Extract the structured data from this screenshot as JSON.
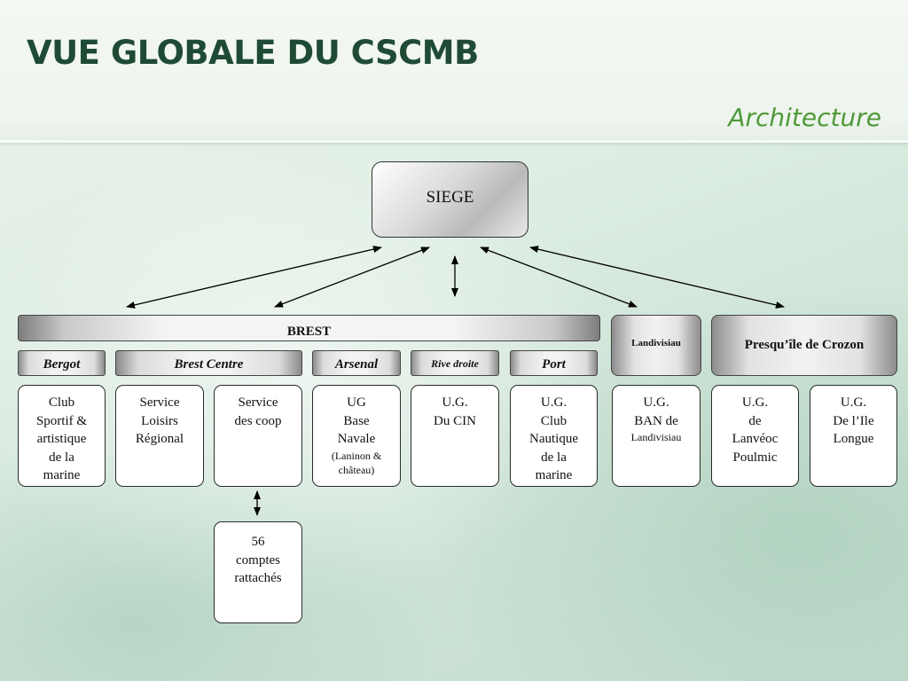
{
  "header": {
    "title": "VUE GLOBALE DU CSCMB",
    "subtitle": "Architecture"
  },
  "org": {
    "root": "SIEGE",
    "groups": {
      "brest": "BREST",
      "landivisiau": "Landivisiau",
      "crozon": "Presqu’île de Crozon"
    },
    "sites": {
      "bergot": "Bergot",
      "brest_centre": "Brest Centre",
      "arsenal": "Arsenal",
      "rive_droite": "Rive droite",
      "port": "Port"
    },
    "units": {
      "club_sportif": {
        "lines": [
          "Club",
          "Sportif &",
          "artistique",
          "de la",
          "marine"
        ]
      },
      "service_loisirs": {
        "lines": [
          "Service",
          "Loisirs",
          "Régional"
        ]
      },
      "service_coop": {
        "lines": [
          "Service",
          "des coop"
        ]
      },
      "ug_base_navale": {
        "lines": [
          "UG",
          "Base",
          "Navale"
        ],
        "note": "(Laninon & château)"
      },
      "ug_cin": {
        "lines": [
          "U.G.",
          "Du CIN"
        ]
      },
      "ug_club_nautique": {
        "lines": [
          "U.G.",
          "Club",
          "Nautique",
          "de la",
          "marine"
        ]
      },
      "ug_ban": {
        "lines": [
          "U.G.",
          "BAN de"
        ],
        "note": "Landivisiau"
      },
      "ug_lanveoc": {
        "lines": [
          "U.G.",
          "de",
          "Lanvéoc",
          "Poulmic"
        ]
      },
      "ug_ile_longue": {
        "lines": [
          "U.G.",
          "De l’Ile",
          "Longue"
        ]
      },
      "comptes": {
        "lines": [
          "56",
          "comptes",
          "rattachés"
        ]
      }
    }
  }
}
